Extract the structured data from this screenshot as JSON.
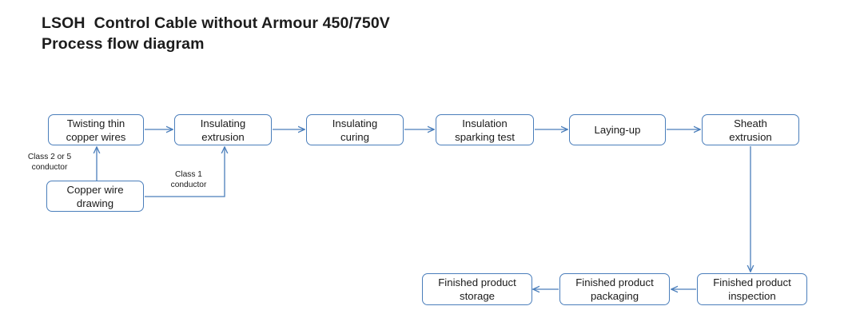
{
  "title": {
    "line1": "LSOH  Control Cable without Armour 450/750V",
    "line2": "Process flow diagram"
  },
  "colors": {
    "box_border": "#4a7ebb",
    "connector": "#4a7ebb",
    "background": "#ffffff",
    "text": "#1a1a1a"
  },
  "nodes": {
    "twisting": "Twisting thin\ncopper wires",
    "insulating_extrusion": "Insulating\nextrusion",
    "insulating_curing": "Insulating\ncuring",
    "sparking_test": "Insulation\nsparking test",
    "laying_up": "Laying-up",
    "sheath_extrusion": "Sheath\nextrusion",
    "copper_wire_drawing": "Copper wire\ndrawing",
    "inspection": "Finished product\ninspection",
    "packaging": "Finished product\npackaging",
    "storage": "Finished product\nstorage"
  },
  "edge_labels": {
    "class_2_or_5": "Class 2 or 5\nconductor",
    "class_1": "Class 1\nconductor"
  },
  "flow": {
    "top_row_order": [
      "Twisting thin copper wires",
      "Insulating extrusion",
      "Insulating curing",
      "Insulation sparking test",
      "Laying-up",
      "Sheath extrusion"
    ],
    "bottom_row_order": [
      "Finished product inspection",
      "Finished product packaging",
      "Finished product storage"
    ]
  }
}
